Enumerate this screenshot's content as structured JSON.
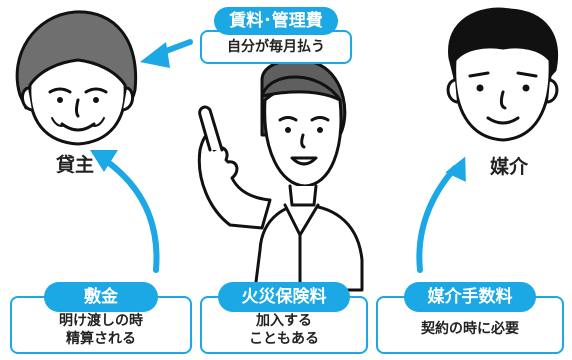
{
  "colors": {
    "accent": "#1ba8e5",
    "text": "#222222",
    "skin": "#ffffff",
    "hair": "#6f6f6f"
  },
  "people": {
    "landlord": {
      "label": "貸主"
    },
    "agent": {
      "label": "媒介"
    },
    "tenant": {}
  },
  "rent": {
    "title": "賃料･管理費",
    "note": "自分が毎月払う"
  },
  "costs": [
    {
      "title": "敷金",
      "lines": [
        "明け渡しの時",
        "精算される"
      ]
    },
    {
      "title": "火災保険料",
      "lines": [
        "加入する",
        "こともある"
      ]
    },
    {
      "title": "媒介手数料",
      "lines": [
        "契約の時に必要"
      ]
    }
  ]
}
